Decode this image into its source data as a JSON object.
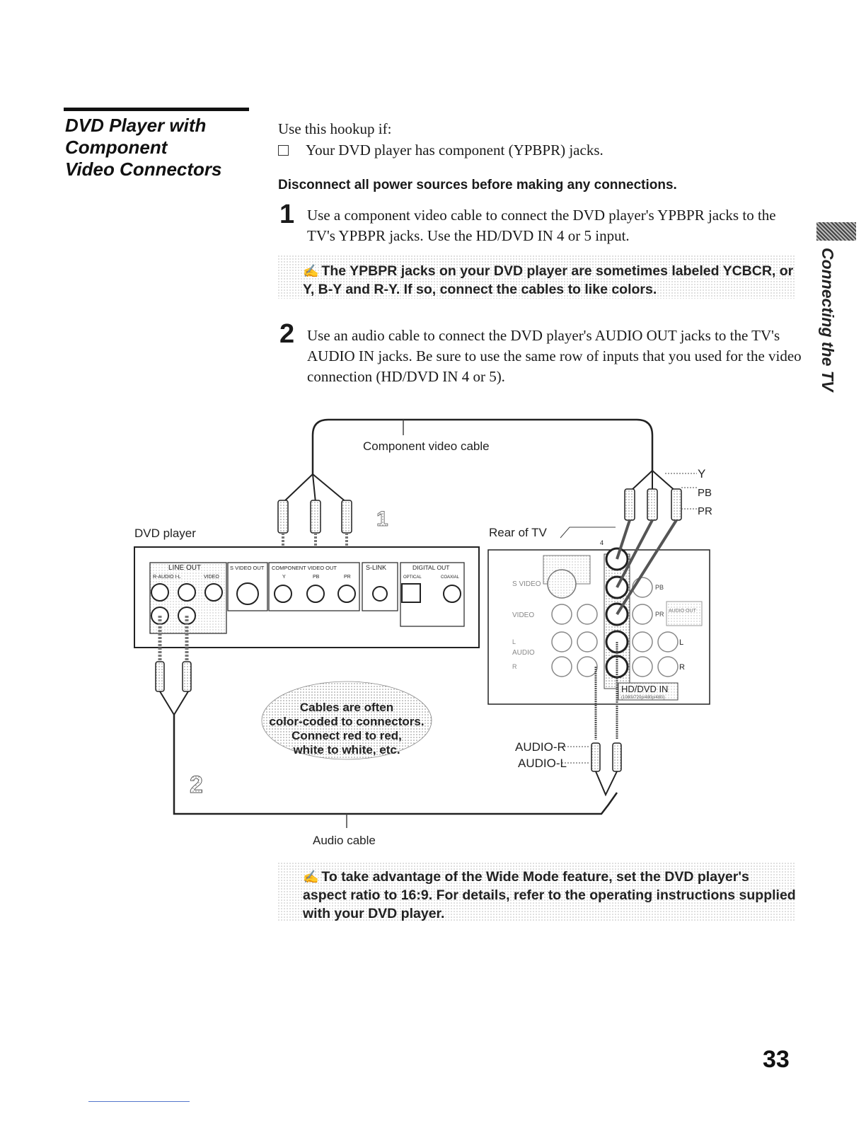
{
  "section": {
    "title_lines": [
      "DVD Player with",
      "Component",
      "Video Connectors"
    ]
  },
  "intro": {
    "lead": "Use this hookup if:",
    "condition": "Your DVD player has component (YPBPR) jacks."
  },
  "warning": "Disconnect all power sources before making any connections.",
  "steps": [
    {
      "number": "1",
      "text": "Use a component video cable to connect the DVD player's YPBPR jacks to the TV's YPBPR jacks. Use the HD/DVD IN 4 or 5 input."
    },
    {
      "number": "2",
      "text": "Use an audio cable to connect the DVD player's AUDIO OUT jacks to the TV's AUDIO IN jacks. Be sure to use the same row of inputs that you used for the video connection (HD/DVD IN 4 or 5)."
    }
  ],
  "notes": [
    "The YPBPR jacks on your DVD player are sometimes labeled YCBCR, or Y, B-Y and R-Y. If so, connect the cables to like colors.",
    "To take advantage of the Wide Mode feature, set the DVD player's aspect ratio to 16:9. For details, refer to the operating instructions supplied with your DVD player."
  ],
  "note_icon": "pencil-note-icon",
  "diagram": {
    "component_cable_label": "Component video cable",
    "audio_cable_label": "Audio cable",
    "dvd_player_label": "DVD player",
    "rear_tv_label": "Rear of TV",
    "step1_marker": "1",
    "step2_marker": "2",
    "tv_plug_labels": [
      "Y",
      "PB",
      "PR"
    ],
    "audio_plug_labels": [
      "AUDIO-R",
      "AUDIO-L"
    ],
    "callout_lines": [
      "Cables are often",
      "color-coded to connectors.",
      "Connect red to red,",
      "white to white, etc."
    ],
    "dvd_panel": {
      "line_out": "LINE OUT",
      "line_out_sub": "R-AUDIO I-L",
      "video_sub": "VIDEO",
      "svideo_out": "S VIDEO OUT",
      "component_out": "COMPONENT VIDEO OUT",
      "component_sub": [
        "Y",
        "PB",
        "PR"
      ],
      "slink": "S-LINK",
      "digital_out": "DIGITAL OUT",
      "digital_sub": [
        "OPTICAL",
        "COAXIAL"
      ]
    },
    "tv_panel": {
      "svideo": "S VIDEO",
      "video": "VIDEO",
      "audio": "AUDIO",
      "audio_l": "L",
      "audio_r": "R",
      "pb": "PB",
      "pr": "PR",
      "jack_l": "L",
      "jack_r": "R",
      "hd_in": "HD/DVD IN",
      "hd_sub": "(1080i/720p/480p/480i)",
      "audio_out": "AUDIO OUT",
      "input_number": "4"
    }
  },
  "side_tab_label": "Connecting the TV",
  "page_number": "33"
}
